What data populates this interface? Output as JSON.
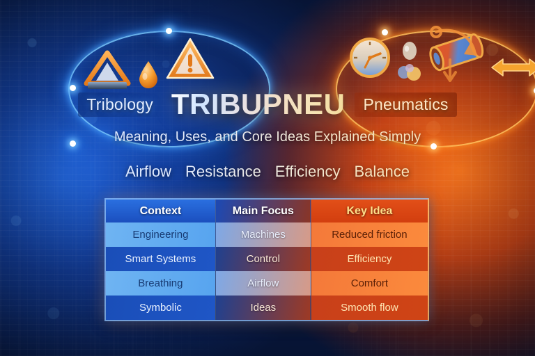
{
  "brand": {
    "title": "TRIBUPNEU",
    "left_label": "Tribology",
    "right_label": "Pneumatics"
  },
  "subtitle": "Meaning, Uses, and Core Ideas Explained Simply",
  "keywords": {
    "items": [
      "Airflow",
      "Resistance",
      "Efficiency",
      "Balance"
    ],
    "separator": "•"
  },
  "icons": {
    "left": [
      "mountain-triangle-icon",
      "warning-triangle-icon",
      "oil-drop-icon"
    ],
    "right": [
      "pressure-gauge-icon",
      "air-bubble-icon",
      "air-cylinder-icon",
      "double-arrow-icon",
      "flow-arrow-icon"
    ]
  },
  "table": {
    "headers": [
      "Context",
      "Main Focus",
      "Key Idea"
    ],
    "rows": [
      [
        "Engineering",
        "Machines",
        "Reduced friction"
      ],
      [
        "Smart Systems",
        "Control",
        "Efficiency"
      ],
      [
        "Breathing",
        "Airflow",
        "Comfort"
      ],
      [
        "Symbolic",
        "Ideas",
        "Smooth flow"
      ]
    ]
  },
  "colors": {
    "blue_primary": "#1b4fbe",
    "blue_light": "#57a4ef",
    "orange_primary": "#e24f18",
    "orange_light": "#fb8a3c",
    "header_accent": "#ffe08a",
    "glow_blue": "#78c8ff",
    "glow_orange": "#ffbe5a"
  }
}
